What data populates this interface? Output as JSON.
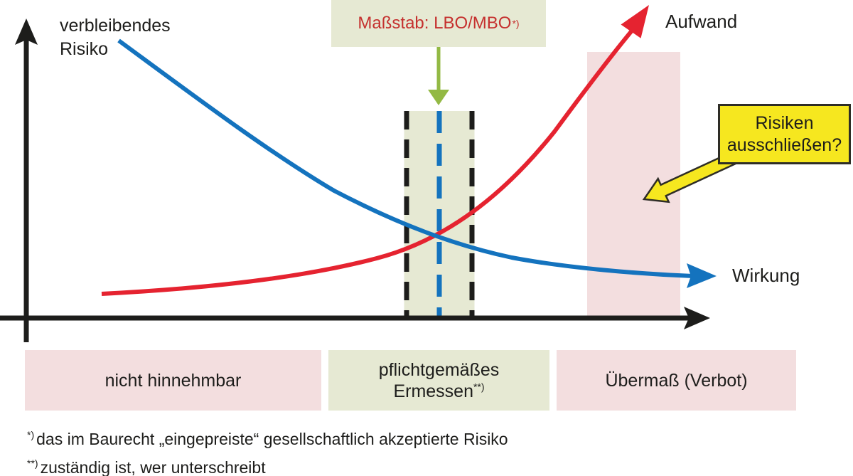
{
  "labels": {
    "y_axis_line1": "verbleibendes",
    "y_axis_line2": "Risiko",
    "aufwand": "Aufwand",
    "wirkung": "Wirkung"
  },
  "massstab_box": {
    "text": "Maßstab: LBO/MBO",
    "sup": "*)"
  },
  "callout": {
    "line1": "Risiken",
    "line2": "ausschließen?"
  },
  "zones": {
    "left": {
      "label": "nicht hinnehmbar"
    },
    "middle": {
      "line1": "pflichtgemäßes",
      "line2": "Ermessen",
      "sup": "**)"
    },
    "right": {
      "label": "Übermaß (Verbot)"
    }
  },
  "footnotes": {
    "first": {
      "sup": "*)",
      "text": "das im Baurecht „eingepreiste“ gesellschaftlich akzeptierte Risiko"
    },
    "second": {
      "sup": "**)",
      "text": "zuständig ist, wer unterschreibt"
    }
  },
  "colors": {
    "pink_zone": "#f3dedf",
    "green_zone": "#e6e9d3",
    "yellow_callout": "#f6e71f",
    "red_curve": "#e52330",
    "blue_curve": "#1473be",
    "green_arrow": "#93b944",
    "red_text": "#c5302e",
    "axis_black": "#1d1d1b"
  }
}
